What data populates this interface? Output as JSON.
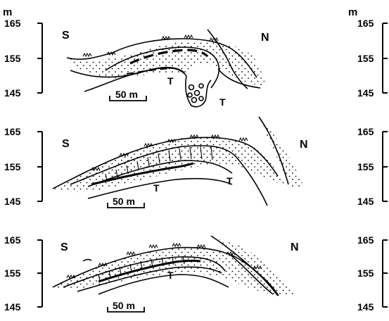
{
  "axis": {
    "unit": "m",
    "ticks": [
      "165",
      "155",
      "145"
    ]
  },
  "sections": [
    {
      "south": "S",
      "north": "N",
      "t_labels": [
        "T",
        "T"
      ],
      "scale_label": "50 m"
    },
    {
      "south": "S",
      "north": "N",
      "t_labels": [
        "T",
        "T"
      ],
      "scale_label": "50 m"
    },
    {
      "south": "S",
      "north": "N",
      "t_labels": [
        "T"
      ],
      "scale_label": "50 m"
    }
  ]
}
